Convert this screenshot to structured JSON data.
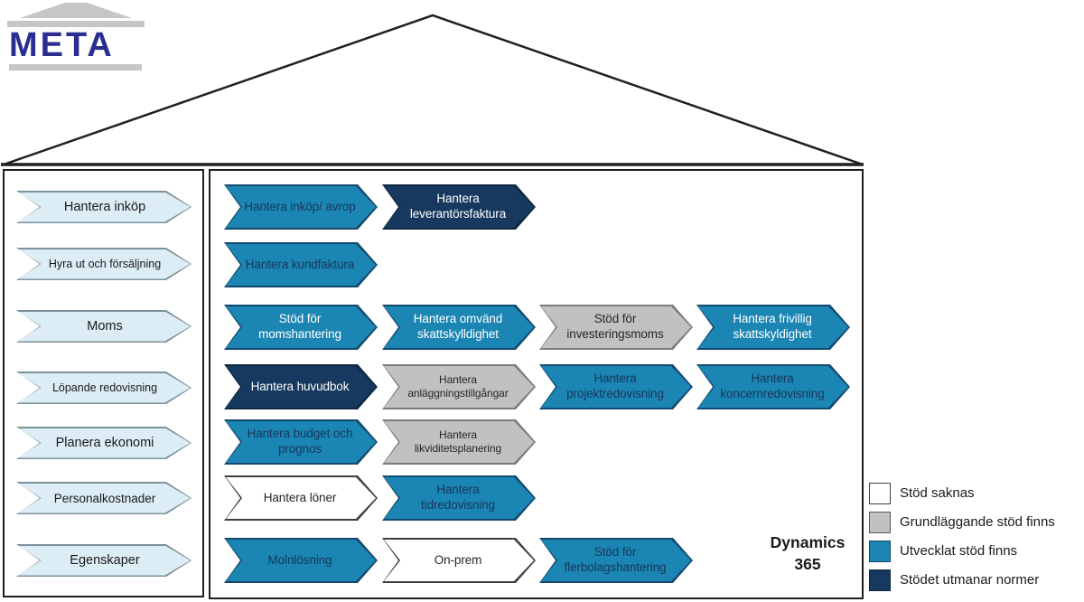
{
  "logo": {
    "text": "META"
  },
  "product": "Dynamics 365",
  "sidebar": {
    "items": [
      {
        "label": "Hantera inköp"
      },
      {
        "label": "Hyra ut och försäljning"
      },
      {
        "label": "Moms"
      },
      {
        "label": "Löpande redovisning"
      },
      {
        "label": "Planera ekonomi"
      },
      {
        "label": "Personalkostnader"
      },
      {
        "label": "Egenskaper"
      }
    ]
  },
  "main": {
    "rows": [
      {
        "items": [
          {
            "label": "Hantera inköp/ avrop",
            "level": "developed"
          },
          {
            "label": "Hantera leverantörsfaktura",
            "level": "challenging"
          }
        ]
      },
      {
        "items": [
          {
            "label": "Hantera kundfaktura",
            "level": "developed"
          }
        ]
      },
      {
        "items": [
          {
            "label": "Stöd för momshantering",
            "level": "developed"
          },
          {
            "label": "Hantera omvänd skattskylldighet",
            "level": "developed"
          },
          {
            "label": "Stöd för investeringsmoms",
            "level": "basic"
          },
          {
            "label": "Hantera frivillig skattskyldighet",
            "level": "developed"
          }
        ]
      },
      {
        "items": [
          {
            "label": "Hantera huvudbok",
            "level": "challenging"
          },
          {
            "label": "Hantera anläggningstillgångar",
            "level": "basic"
          },
          {
            "label": "Hantera projektredovisning",
            "level": "developed"
          },
          {
            "label": "Hantera koncernredovisning",
            "level": "developed"
          }
        ]
      },
      {
        "items": [
          {
            "label": "Hantera budget och prognos",
            "level": "developed"
          },
          {
            "label": "Hantera likviditetsplanering",
            "level": "basic"
          }
        ]
      },
      {
        "items": [
          {
            "label": "Hantera löner",
            "level": "none"
          },
          {
            "label": "Hantera tidredovisning",
            "level": "developed"
          }
        ]
      },
      {
        "items": [
          {
            "label": "Molnlösning",
            "level": "developed"
          },
          {
            "label": "On-prem",
            "level": "none"
          },
          {
            "label": "Stöd för flerbolagshantering",
            "level": "developed"
          }
        ]
      }
    ]
  },
  "legend": {
    "items": [
      {
        "label": "Stöd saknas",
        "level": "none",
        "color": "#ffffff"
      },
      {
        "label": "Grundläggande stöd finns",
        "level": "basic",
        "color": "#c1c1c1"
      },
      {
        "label": "Utvecklat stöd finns",
        "level": "developed",
        "color": "#1b86b3"
      },
      {
        "label": "Stödet utmanar normer",
        "level": "challenging",
        "color": "#17395f"
      }
    ]
  },
  "colors": {
    "developed": "#1b86b3",
    "challenging": "#17395f",
    "basic": "#c1c1c1",
    "none": "#ffffff",
    "sidebar_fill": "#dcedf5",
    "logo_blue": "#2b2e90"
  }
}
